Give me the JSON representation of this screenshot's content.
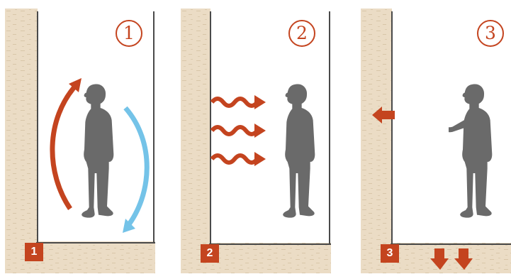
{
  "panels": [
    {
      "circle_label": "1",
      "square_label": "1"
    },
    {
      "circle_label": "2",
      "square_label": "2"
    },
    {
      "circle_label": "3",
      "square_label": "3"
    }
  ],
  "colors": {
    "wall": "#ebdcc5",
    "wall_speckle": "#d8c6a8",
    "outline": "#4a4a4a",
    "figure": "#6a6a6a",
    "accent_red": "#c4441f",
    "accent_blue": "#74c3e8"
  }
}
